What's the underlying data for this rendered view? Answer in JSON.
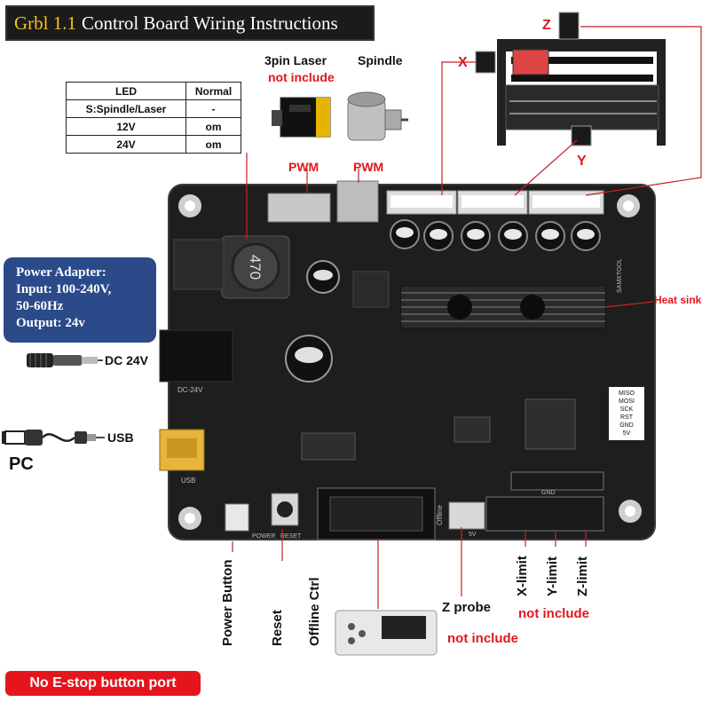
{
  "title": {
    "accent": "Grbl 1.1",
    "rest": "Control Board Wiring Instructions"
  },
  "led_table": {
    "header": [
      "LED",
      "Normal"
    ],
    "rows": [
      [
        "S:Spindle/Laser",
        "-"
      ],
      [
        "12V",
        "om"
      ],
      [
        "24V",
        "om"
      ]
    ]
  },
  "laser": {
    "label": "3pin Laser",
    "note": "not include",
    "pwm": "PWM"
  },
  "spindle": {
    "label": "Spindle",
    "pwm": "PWM"
  },
  "axes": {
    "x": "X",
    "y": "Y",
    "z": "Z"
  },
  "power_adapter": {
    "lines": [
      "Power Adapter:",
      "Input: 100-240V,",
      "50-60Hz",
      "Output: 24v"
    ]
  },
  "dc_label": "DC 24V",
  "usb_label": "USB",
  "pc_label": "PC",
  "heat_sink": "Heat sink",
  "bottom_labels": {
    "power_button": "Power Button",
    "reset": "Reset",
    "offline_ctrl": "Offline Ctrl",
    "z_probe": "Z probe",
    "z_probe_note": "not include",
    "x_limit": "X-limit",
    "y_limit": "Y-limit",
    "z_limit": "Z-limit",
    "limits_note": "not include"
  },
  "no_estop": "No E-stop button port",
  "silkscreen": {
    "dc": "DC-24V",
    "usb": "USB",
    "power": "POWER",
    "reset": "RESET",
    "offline": "Offline",
    "five_v": "5V",
    "gnd": "GND",
    "inductor": "470",
    "brand": "SAMXTOOL",
    "spi": [
      "MISO",
      "MOSI",
      "SCK",
      "RST",
      "GND",
      "5V"
    ]
  },
  "colors": {
    "accent": "#f2c318",
    "red": "#e4161c",
    "board": "#1e1e1e",
    "blue_box": "#2a4a8a"
  }
}
